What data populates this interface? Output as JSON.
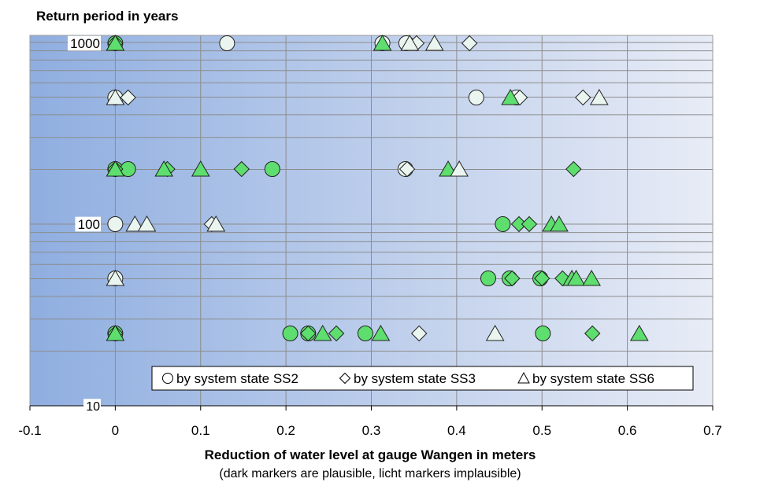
{
  "chart_data": {
    "type": "scatter",
    "ylabel": "Return period in years",
    "xlabel": "Reduction of water level at gauge Wangen in meters",
    "xsubtitle": "(dark markers are plausible, licht markers implausible)",
    "xlim": [
      -0.1,
      0.7
    ],
    "ylim": [
      10,
      1000
    ],
    "yscale": "log",
    "grid": true,
    "legend_position": "bottom-right",
    "x_ticks": [
      "-0.1",
      "0",
      "0.1",
      "0.2",
      "0.3",
      "0.4",
      "0.5",
      "0.6",
      "0.7"
    ],
    "y_ticks": [
      "10",
      "100",
      "1000"
    ],
    "rows": [
      1000,
      500,
      200,
      100,
      50,
      30
    ],
    "colors": {
      "plausible": "#5ede6e",
      "implausible": "#eaf5ef"
    },
    "series": [
      {
        "name": "by system state SS2",
        "marker": "circle",
        "points": [
          {
            "x": 0.0,
            "y": 1000,
            "p": 1
          },
          {
            "x": 0.131,
            "y": 1000,
            "p": 0
          },
          {
            "x": 0.313,
            "y": 1000,
            "p": 0
          },
          {
            "x": 0.341,
            "y": 1000,
            "p": 0
          },
          {
            "x": 0.0,
            "y": 500,
            "p": 0
          },
          {
            "x": 0.423,
            "y": 500,
            "p": 0
          },
          {
            "x": 0.47,
            "y": 500,
            "p": 0
          },
          {
            "x": 0.0,
            "y": 200,
            "p": 1
          },
          {
            "x": 0.015,
            "y": 200,
            "p": 1
          },
          {
            "x": 0.184,
            "y": 200,
            "p": 1
          },
          {
            "x": 0.34,
            "y": 200,
            "p": 0
          },
          {
            "x": 0.0,
            "y": 100,
            "p": 0
          },
          {
            "x": 0.454,
            "y": 100,
            "p": 1
          },
          {
            "x": 0.0,
            "y": 50,
            "p": 0
          },
          {
            "x": 0.437,
            "y": 50,
            "p": 1
          },
          {
            "x": 0.462,
            "y": 50,
            "p": 1
          },
          {
            "x": 0.498,
            "y": 50,
            "p": 1
          },
          {
            "x": 0.0,
            "y": 30,
            "p": 1
          },
          {
            "x": 0.205,
            "y": 30,
            "p": 1
          },
          {
            "x": 0.226,
            "y": 30,
            "p": 1
          },
          {
            "x": 0.293,
            "y": 30,
            "p": 1
          },
          {
            "x": 0.501,
            "y": 30,
            "p": 1
          }
        ]
      },
      {
        "name": "by system state SS3",
        "marker": "diamond",
        "points": [
          {
            "x": 0.0,
            "y": 1000,
            "p": 1
          },
          {
            "x": 0.353,
            "y": 1000,
            "p": 0
          },
          {
            "x": 0.415,
            "y": 1000,
            "p": 0
          },
          {
            "x": 0.015,
            "y": 500,
            "p": 0
          },
          {
            "x": 0.474,
            "y": 500,
            "p": 0
          },
          {
            "x": 0.548,
            "y": 500,
            "p": 0
          },
          {
            "x": 0.0,
            "y": 200,
            "p": 1
          },
          {
            "x": 0.061,
            "y": 200,
            "p": 1
          },
          {
            "x": 0.148,
            "y": 200,
            "p": 1
          },
          {
            "x": 0.342,
            "y": 200,
            "p": 0
          },
          {
            "x": 0.537,
            "y": 200,
            "p": 1
          },
          {
            "x": 0.113,
            "y": 100,
            "p": 0
          },
          {
            "x": 0.473,
            "y": 100,
            "p": 1
          },
          {
            "x": 0.485,
            "y": 100,
            "p": 1
          },
          {
            "x": 0.465,
            "y": 50,
            "p": 1
          },
          {
            "x": 0.5,
            "y": 50,
            "p": 1
          },
          {
            "x": 0.524,
            "y": 50,
            "p": 1
          },
          {
            "x": 0.0,
            "y": 30,
            "p": 1
          },
          {
            "x": 0.226,
            "y": 30,
            "p": 1
          },
          {
            "x": 0.259,
            "y": 30,
            "p": 1
          },
          {
            "x": 0.356,
            "y": 30,
            "p": 0
          },
          {
            "x": 0.559,
            "y": 30,
            "p": 1
          }
        ]
      },
      {
        "name": "by system state SS6",
        "marker": "triangle",
        "points": [
          {
            "x": 0.0,
            "y": 1000,
            "p": 1
          },
          {
            "x": 0.313,
            "y": 1000,
            "p": 1
          },
          {
            "x": 0.345,
            "y": 1000,
            "p": 0
          },
          {
            "x": 0.374,
            "y": 1000,
            "p": 0
          },
          {
            "x": 0.0,
            "y": 500,
            "p": 0
          },
          {
            "x": 0.463,
            "y": 500,
            "p": 1
          },
          {
            "x": 0.567,
            "y": 500,
            "p": 0
          },
          {
            "x": 0.0,
            "y": 200,
            "p": 1
          },
          {
            "x": 0.057,
            "y": 200,
            "p": 1
          },
          {
            "x": 0.1,
            "y": 200,
            "p": 1
          },
          {
            "x": 0.39,
            "y": 200,
            "p": 1
          },
          {
            "x": 0.403,
            "y": 200,
            "p": 0
          },
          {
            "x": 0.023,
            "y": 100,
            "p": 0
          },
          {
            "x": 0.037,
            "y": 100,
            "p": 0
          },
          {
            "x": 0.118,
            "y": 100,
            "p": 0
          },
          {
            "x": 0.511,
            "y": 100,
            "p": 1
          },
          {
            "x": 0.52,
            "y": 100,
            "p": 1
          },
          {
            "x": 0.0,
            "y": 50,
            "p": 0
          },
          {
            "x": 0.535,
            "y": 50,
            "p": 1
          },
          {
            "x": 0.54,
            "y": 50,
            "p": 1
          },
          {
            "x": 0.558,
            "y": 50,
            "p": 1
          },
          {
            "x": 0.0,
            "y": 30,
            "p": 1
          },
          {
            "x": 0.243,
            "y": 30,
            "p": 1
          },
          {
            "x": 0.311,
            "y": 30,
            "p": 1
          },
          {
            "x": 0.445,
            "y": 30,
            "p": 0
          },
          {
            "x": 0.614,
            "y": 30,
            "p": 1
          }
        ]
      }
    ]
  }
}
